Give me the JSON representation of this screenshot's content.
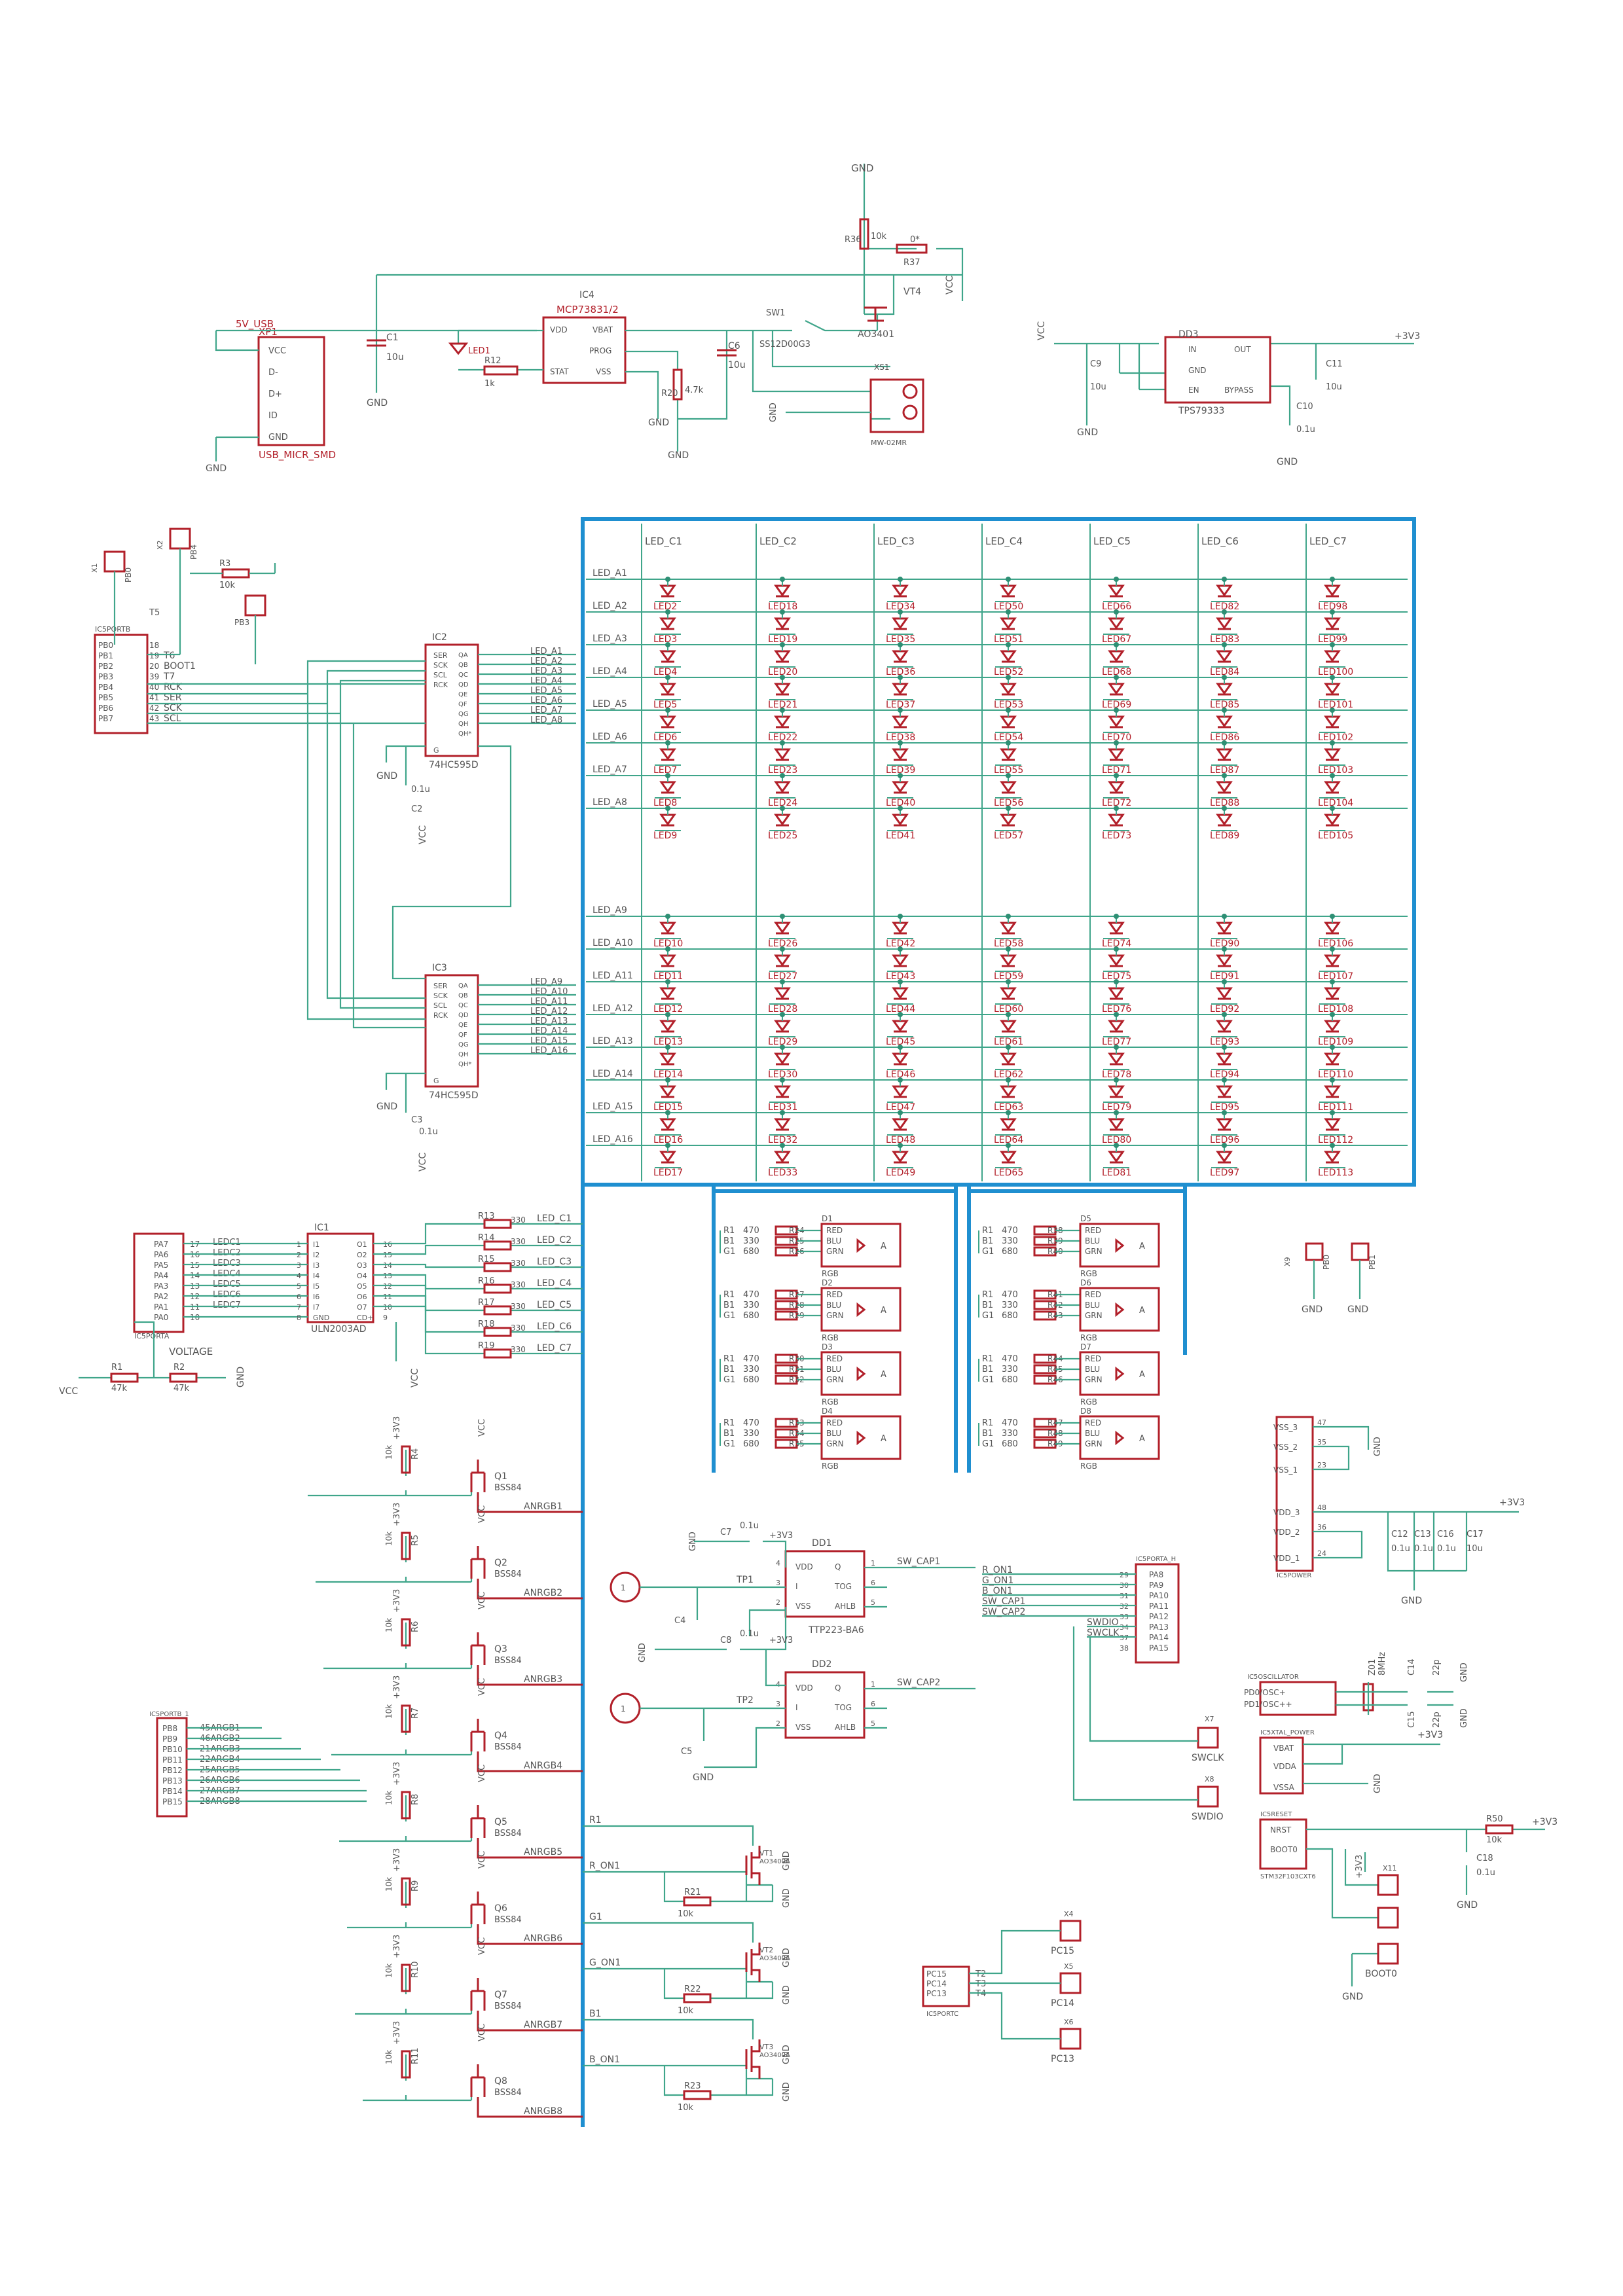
{
  "power": {
    "usb_net": "5V_USB",
    "usb_ref": "XP1",
    "usb_name": "USB_MICR_SMD",
    "usb_pins": [
      "VCC",
      "D-",
      "D+",
      "ID",
      "GND"
    ],
    "charger_ref": "IC4",
    "charger_name": "MCP73831/2",
    "charger_pins": [
      "VDD",
      "STAT",
      "VBAT",
      "PROG",
      "VSS"
    ],
    "c1": "C1",
    "c1_val": "10u",
    "led1": "LED1",
    "r12": "R12",
    "r12_val": "1k",
    "r20": "R20",
    "r20_val": "4.7k",
    "c6": "C6",
    "c6_val": "10u",
    "r36": "R36",
    "r36_val": "10k",
    "r37": "R37",
    "r37_val": "0*",
    "vt4": "VT4",
    "vt4_name": "AO3401",
    "sw1": "SW1",
    "sw1_name": "SS12D00G3",
    "xs1": "XS1",
    "xs1_name": "MW-02MR",
    "ldo_ref": "DD3",
    "ldo_name": "TPS79333",
    "ldo_pins": [
      "IN",
      "GND",
      "EN",
      "OUT",
      "BYPASS"
    ],
    "c9": "C9",
    "c9_val": "10u",
    "c11": "C11",
    "c11_val": "10u",
    "c10": "C10",
    "c10_val": "0.1u",
    "gnd": "GND",
    "vcc": "VCC",
    "v33": "+3V3"
  },
  "shift": {
    "ic2": "IC2",
    "ic3": "IC3",
    "part": "74HC595D",
    "pins_left": [
      "SER",
      "SCK",
      "SCL",
      "RCK",
      "G"
    ],
    "pins_right": [
      "QA",
      "QB",
      "QC",
      "QD",
      "QE",
      "QF",
      "QG",
      "QH",
      "QH*"
    ],
    "c2": "C2",
    "c3": "C3",
    "cap_val": "0.1u",
    "net_ic2": [
      "LED_A1",
      "LED_A2",
      "LED_A3",
      "LED_A4",
      "LED_A5",
      "LED_A6",
      "LED_A7",
      "LED_A8"
    ],
    "net_ic3": [
      "LED_A9",
      "LED_A10",
      "LED_A11",
      "LED_A12",
      "LED_A13",
      "LED_A14",
      "LED_A15",
      "LED_A16"
    ],
    "port_b_title": "IC5PORTB",
    "port_b_pins": [
      "PB0",
      "PB1",
      "PB2",
      "PB3",
      "PB4",
      "PB5",
      "PB6",
      "PB7"
    ],
    "port_b_nums": [
      "18",
      "19",
      "20",
      "39",
      "40",
      "41",
      "42",
      "43"
    ],
    "port_b_nets": [
      "",
      "T6",
      "BOOT1",
      "T7",
      "RCK",
      "SER",
      "SCK",
      "SCL"
    ],
    "t5": "T5",
    "r3": "R3",
    "r3_val": "10k",
    "pb3": "PB3",
    "pb4": "PB4",
    "pb0": "PB0"
  },
  "cols": [
    "LED_C1",
    "LED_C2",
    "LED_C3",
    "LED_C4",
    "LED_C5",
    "LED_C6",
    "LED_C7"
  ],
  "rows": [
    "LED_A1",
    "LED_A2",
    "LED_A3",
    "LED_A4",
    "LED_A5",
    "LED_A6",
    "LED_A7",
    "LED_A8",
    "LED_A9",
    "LED_A10",
    "LED_A11",
    "LED_A12",
    "LED_A13",
    "LED_A14",
    "LED_A15",
    "LED_A16"
  ],
  "matrix": {
    "top": [
      [
        "LED2",
        "LED3",
        "LED4",
        "LED5",
        "LED6",
        "LED7",
        "LED8",
        "LED9"
      ],
      [
        "LED18",
        "LED19",
        "LED20",
        "LED21",
        "LED22",
        "LED23",
        "LED24",
        "LED25"
      ],
      [
        "LED34",
        "LED35",
        "LED36",
        "LED37",
        "LED38",
        "LED39",
        "LED40",
        "LED41"
      ],
      [
        "LED50",
        "LED51",
        "LED52",
        "LED53",
        "LED54",
        "LED55",
        "LED56",
        "LED57"
      ],
      [
        "LED66",
        "LED67",
        "LED68",
        "LED69",
        "LED70",
        "LED71",
        "LED72",
        "LED73"
      ],
      [
        "LED82",
        "LED83",
        "LED84",
        "LED85",
        "LED86",
        "LED87",
        "LED88",
        "LED89"
      ],
      [
        "LED98",
        "LED99",
        "LED100",
        "LED101",
        "LED102",
        "LED103",
        "LED104",
        "LED105"
      ]
    ],
    "bottom": [
      [
        "LED10",
        "LED11",
        "LED12",
        "LED13",
        "LED14",
        "LED15",
        "LED16",
        "LED17"
      ],
      [
        "LED26",
        "LED27",
        "LED28",
        "LED29",
        "LED30",
        "LED31",
        "LED32",
        "LED33"
      ],
      [
        "LED42",
        "LED43",
        "LED44",
        "LED45",
        "LED46",
        "LED47",
        "LED48",
        "LED49"
      ],
      [
        "LED58",
        "LED59",
        "LED60",
        "LED61",
        "LED62",
        "LED63",
        "LED64",
        "LED65"
      ],
      [
        "LED74",
        "LED75",
        "LED76",
        "LED77",
        "LED78",
        "LED79",
        "LED80",
        "LED81"
      ],
      [
        "LED90",
        "LED91",
        "LED92",
        "LED93",
        "LED94",
        "LED95",
        "LED96",
        "LED97"
      ],
      [
        "LED106",
        "LED107",
        "LED108",
        "LED109",
        "LED110",
        "LED111",
        "LED112",
        "LED113"
      ]
    ]
  },
  "driver": {
    "ref": "IC1",
    "name": "ULN2003AD",
    "pins_in": [
      "I1",
      "I2",
      "I3",
      "I4",
      "I5",
      "I6",
      "I7",
      "GND"
    ],
    "pins_out": [
      "O1",
      "O2",
      "O3",
      "O4",
      "O5",
      "O6",
      "O7",
      "CD+"
    ],
    "in_nums": [
      "1",
      "2",
      "3",
      "4",
      "5",
      "6",
      "7",
      "8"
    ],
    "out_nums": [
      "16",
      "15",
      "14",
      "13",
      "12",
      "11",
      "10",
      "9"
    ],
    "nets_in": [
      "LEDC1",
      "LEDC2",
      "LEDC3",
      "LEDC4",
      "LEDC5",
      "LEDC6",
      "LEDC7"
    ],
    "port_a_title": "IC5PORTA",
    "port_a_pins": [
      "PA7",
      "PA6",
      "PA5",
      "PA4",
      "PA3",
      "PA2",
      "PA1",
      "PA0"
    ],
    "port_a_nums": [
      "17",
      "16",
      "15",
      "14",
      "13",
      "12",
      "11",
      "10"
    ],
    "res": [
      "R13",
      "R14",
      "R15",
      "R16",
      "R17",
      "R18",
      "R19"
    ],
    "res_val": "330",
    "voltage": "VOLTAGE",
    "r1": "R1",
    "r1_val": "47k",
    "r2": "R2",
    "r2_val": "47k"
  },
  "rgb_leds": {
    "left": [
      {
        "ref": "D1",
        "r": [
          "R24",
          "R25",
          "R26"
        ]
      },
      {
        "ref": "D2",
        "r": [
          "R27",
          "R28",
          "R29"
        ]
      },
      {
        "ref": "D3",
        "r": [
          "R30",
          "R31",
          "R32"
        ]
      },
      {
        "ref": "D4",
        "r": [
          "R33",
          "R34",
          "R35"
        ]
      }
    ],
    "right": [
      {
        "ref": "D5",
        "r": [
          "R38",
          "R39",
          "R40"
        ]
      },
      {
        "ref": "D6",
        "r": [
          "R41",
          "R42",
          "R43"
        ]
      },
      {
        "ref": "D7",
        "r": [
          "R44",
          "R45",
          "R46"
        ]
      },
      {
        "ref": "D8",
        "r": [
          "R47",
          "R48",
          "R49"
        ]
      }
    ],
    "nets": [
      "R1",
      "B1",
      "G1"
    ],
    "vals": [
      "470",
      "330",
      "680"
    ],
    "chan": [
      "RED",
      "BLU",
      "GRN"
    ],
    "anode": "A",
    "label": "RGB"
  },
  "anode_drv": {
    "q": [
      "Q1",
      "Q2",
      "Q3",
      "Q4",
      "Q5",
      "Q6",
      "Q7",
      "Q8"
    ],
    "r": [
      "R4",
      "R5",
      "R6",
      "R7",
      "R8",
      "R9",
      "R10",
      "R11"
    ],
    "nets": [
      "ANRGB1",
      "ANRGB2",
      "ANRGB3",
      "ANRGB4",
      "ANRGB5",
      "ANRGB6",
      "ANRGB7",
      "ANRGB8"
    ],
    "part": "BSS84",
    "r_val": "10k",
    "port_title": "IC5PORTB_1",
    "port_pins": [
      "PB8",
      "PB9",
      "PB10",
      "PB11",
      "PB12",
      "PB13",
      "PB14",
      "PB15"
    ],
    "port_nets": [
      "45ARGB1",
      "46ARGB2",
      "21ARGB3",
      "22ARGB4",
      "25ARGB5",
      "26ARGB6",
      "27ARGB7",
      "28ARGB8"
    ]
  },
  "touch": {
    "dd1": "DD1",
    "dd2": "DD2",
    "part": "TTP223-BA6",
    "pins_l": [
      "VDD",
      "I",
      "VSS"
    ],
    "pins_r": [
      "Q",
      "TOG",
      "AHLB"
    ],
    "tp1": "TP1",
    "tp2": "TP2",
    "c7": "C7",
    "c8": "C8",
    "c4": "C4",
    "c5": "C5",
    "c_val": "0.1u",
    "cap1": "SW_CAP1",
    "cap2": "SW_CAP2"
  },
  "mosfets": {
    "items": [
      {
        "vt": "VT1",
        "net": "R1",
        "on": "R_ON1",
        "r": "R21"
      },
      {
        "vt": "VT2",
        "net": "G1",
        "on": "G_ON1",
        "r": "R22"
      },
      {
        "vt": "VT3",
        "net": "B1",
        "on": "B_ON1",
        "r": "R23"
      }
    ],
    "part": "AO3400A",
    "r_val": "10k"
  },
  "mcu": {
    "porta_title": "IC5PORTA_H",
    "porta_nets": [
      "R_ON1",
      "G_ON1",
      "B_ON1",
      "SW_CAP1",
      "SW_CAP2",
      "SWDIO",
      "SWCLK"
    ],
    "porta_nums": [
      "29",
      "30",
      "31",
      "32",
      "33",
      "34",
      "37",
      "38"
    ],
    "porta_pins": [
      "PA8",
      "PA9",
      "PA10",
      "PA11",
      "PA12",
      "PA13",
      "PA14",
      "PA15"
    ],
    "x7": "X7",
    "swclk": "SWCLK",
    "x8": "X8",
    "swdio": "SWDIO",
    "portc_title": "IC5PORTC",
    "portc_pins": [
      "PC15",
      "PC14",
      "PC13"
    ],
    "portc_nets": [
      "T2",
      "T3",
      "T4"
    ],
    "x4": "X4",
    "x5": "X5",
    "x6": "X6",
    "pwr_title": "IC5POWER",
    "pwr_pins": [
      "VSS_3",
      "VSS_2",
      "VSS_1",
      "VDD_3",
      "VDD_2",
      "VDD_1"
    ],
    "pwr_nums": [
      "47",
      "35",
      "23",
      "48",
      "36",
      "24"
    ],
    "c12": "C12",
    "c13": "C13",
    "c16": "C16",
    "c17": "C17",
    "c_small": "0.1u",
    "c17_val": "10u",
    "osc_title": "IC5OSCILLATOR",
    "osc_pins": [
      "PD0/OSC+",
      "PD1/OSC++"
    ],
    "z01": "Z01",
    "z01_val": "8MHz",
    "c14": "C14",
    "c15": "C15",
    "c_osc": "22p",
    "xtal_title": "IC5XTAL_POWER",
    "xtal_pins": [
      "VBAT",
      "VDDA",
      "VSSA"
    ],
    "reset_title": "IC5RESET",
    "reset_pins": [
      "NRST",
      "BOOT0"
    ],
    "mcu_name": "STM32F103CXT6",
    "r50": "R50",
    "r50_val": "10k",
    "c18": "C18",
    "c18_val": "0.1u",
    "x11": "X11",
    "boot0": "BOOT0",
    "x9": "X9",
    "pb0": "PB0",
    "pb1": "PB1",
    "x1": "X1",
    "x2": "X2"
  }
}
